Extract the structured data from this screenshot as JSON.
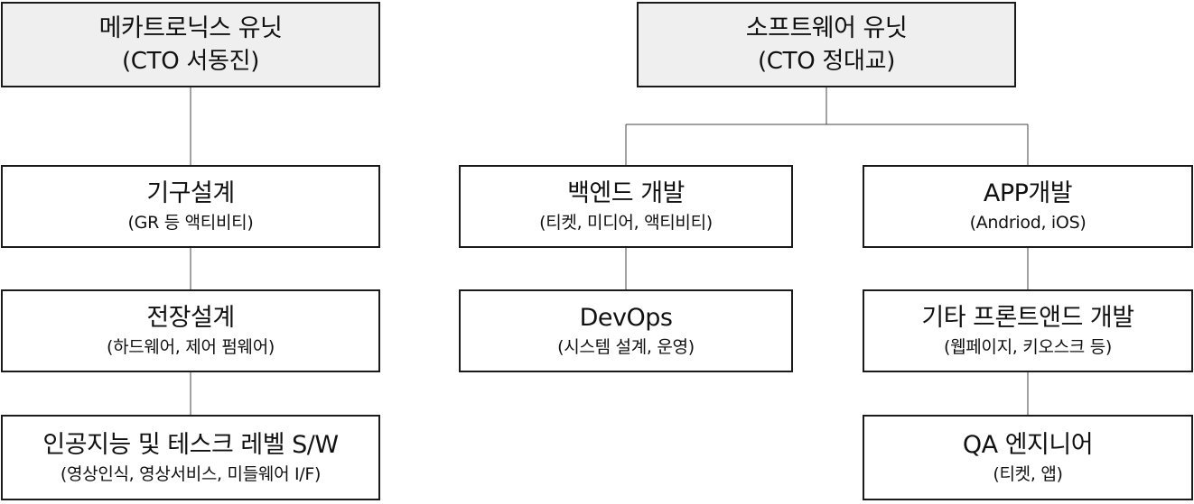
{
  "mechatronics": {
    "unit": {
      "title": "메카트로닉스 유닛",
      "sub": "(CTO 서동진)"
    },
    "mechanical": {
      "title": "기구설계",
      "sub": "(GR 등 액티비티)"
    },
    "electrical": {
      "title": "전장설계",
      "sub": "(하드웨어, 제어 펌웨어)"
    },
    "ai": {
      "title": "인공지능 및 테스크 레벨 S/W",
      "sub": "(영상인식, 영상서비스, 미들웨어 I/F)"
    }
  },
  "software": {
    "unit": {
      "title": "소프트웨어 유닛",
      "sub": "(CTO 정대교)"
    },
    "backend": {
      "title": "백엔드 개발",
      "sub": "(티켓, 미디어, 액티비티)"
    },
    "devops": {
      "title": "DevOps",
      "sub": "(시스템 설계, 운영)"
    },
    "app": {
      "title": "APP개발",
      "sub": "(Andriod, iOS)"
    },
    "frontend": {
      "title": "기타 프론트앤드 개발",
      "sub": "(웹페이지, 키오스크 등)"
    },
    "qa": {
      "title": "QA 엔지니어",
      "sub": "(티켓, 앱)"
    }
  }
}
